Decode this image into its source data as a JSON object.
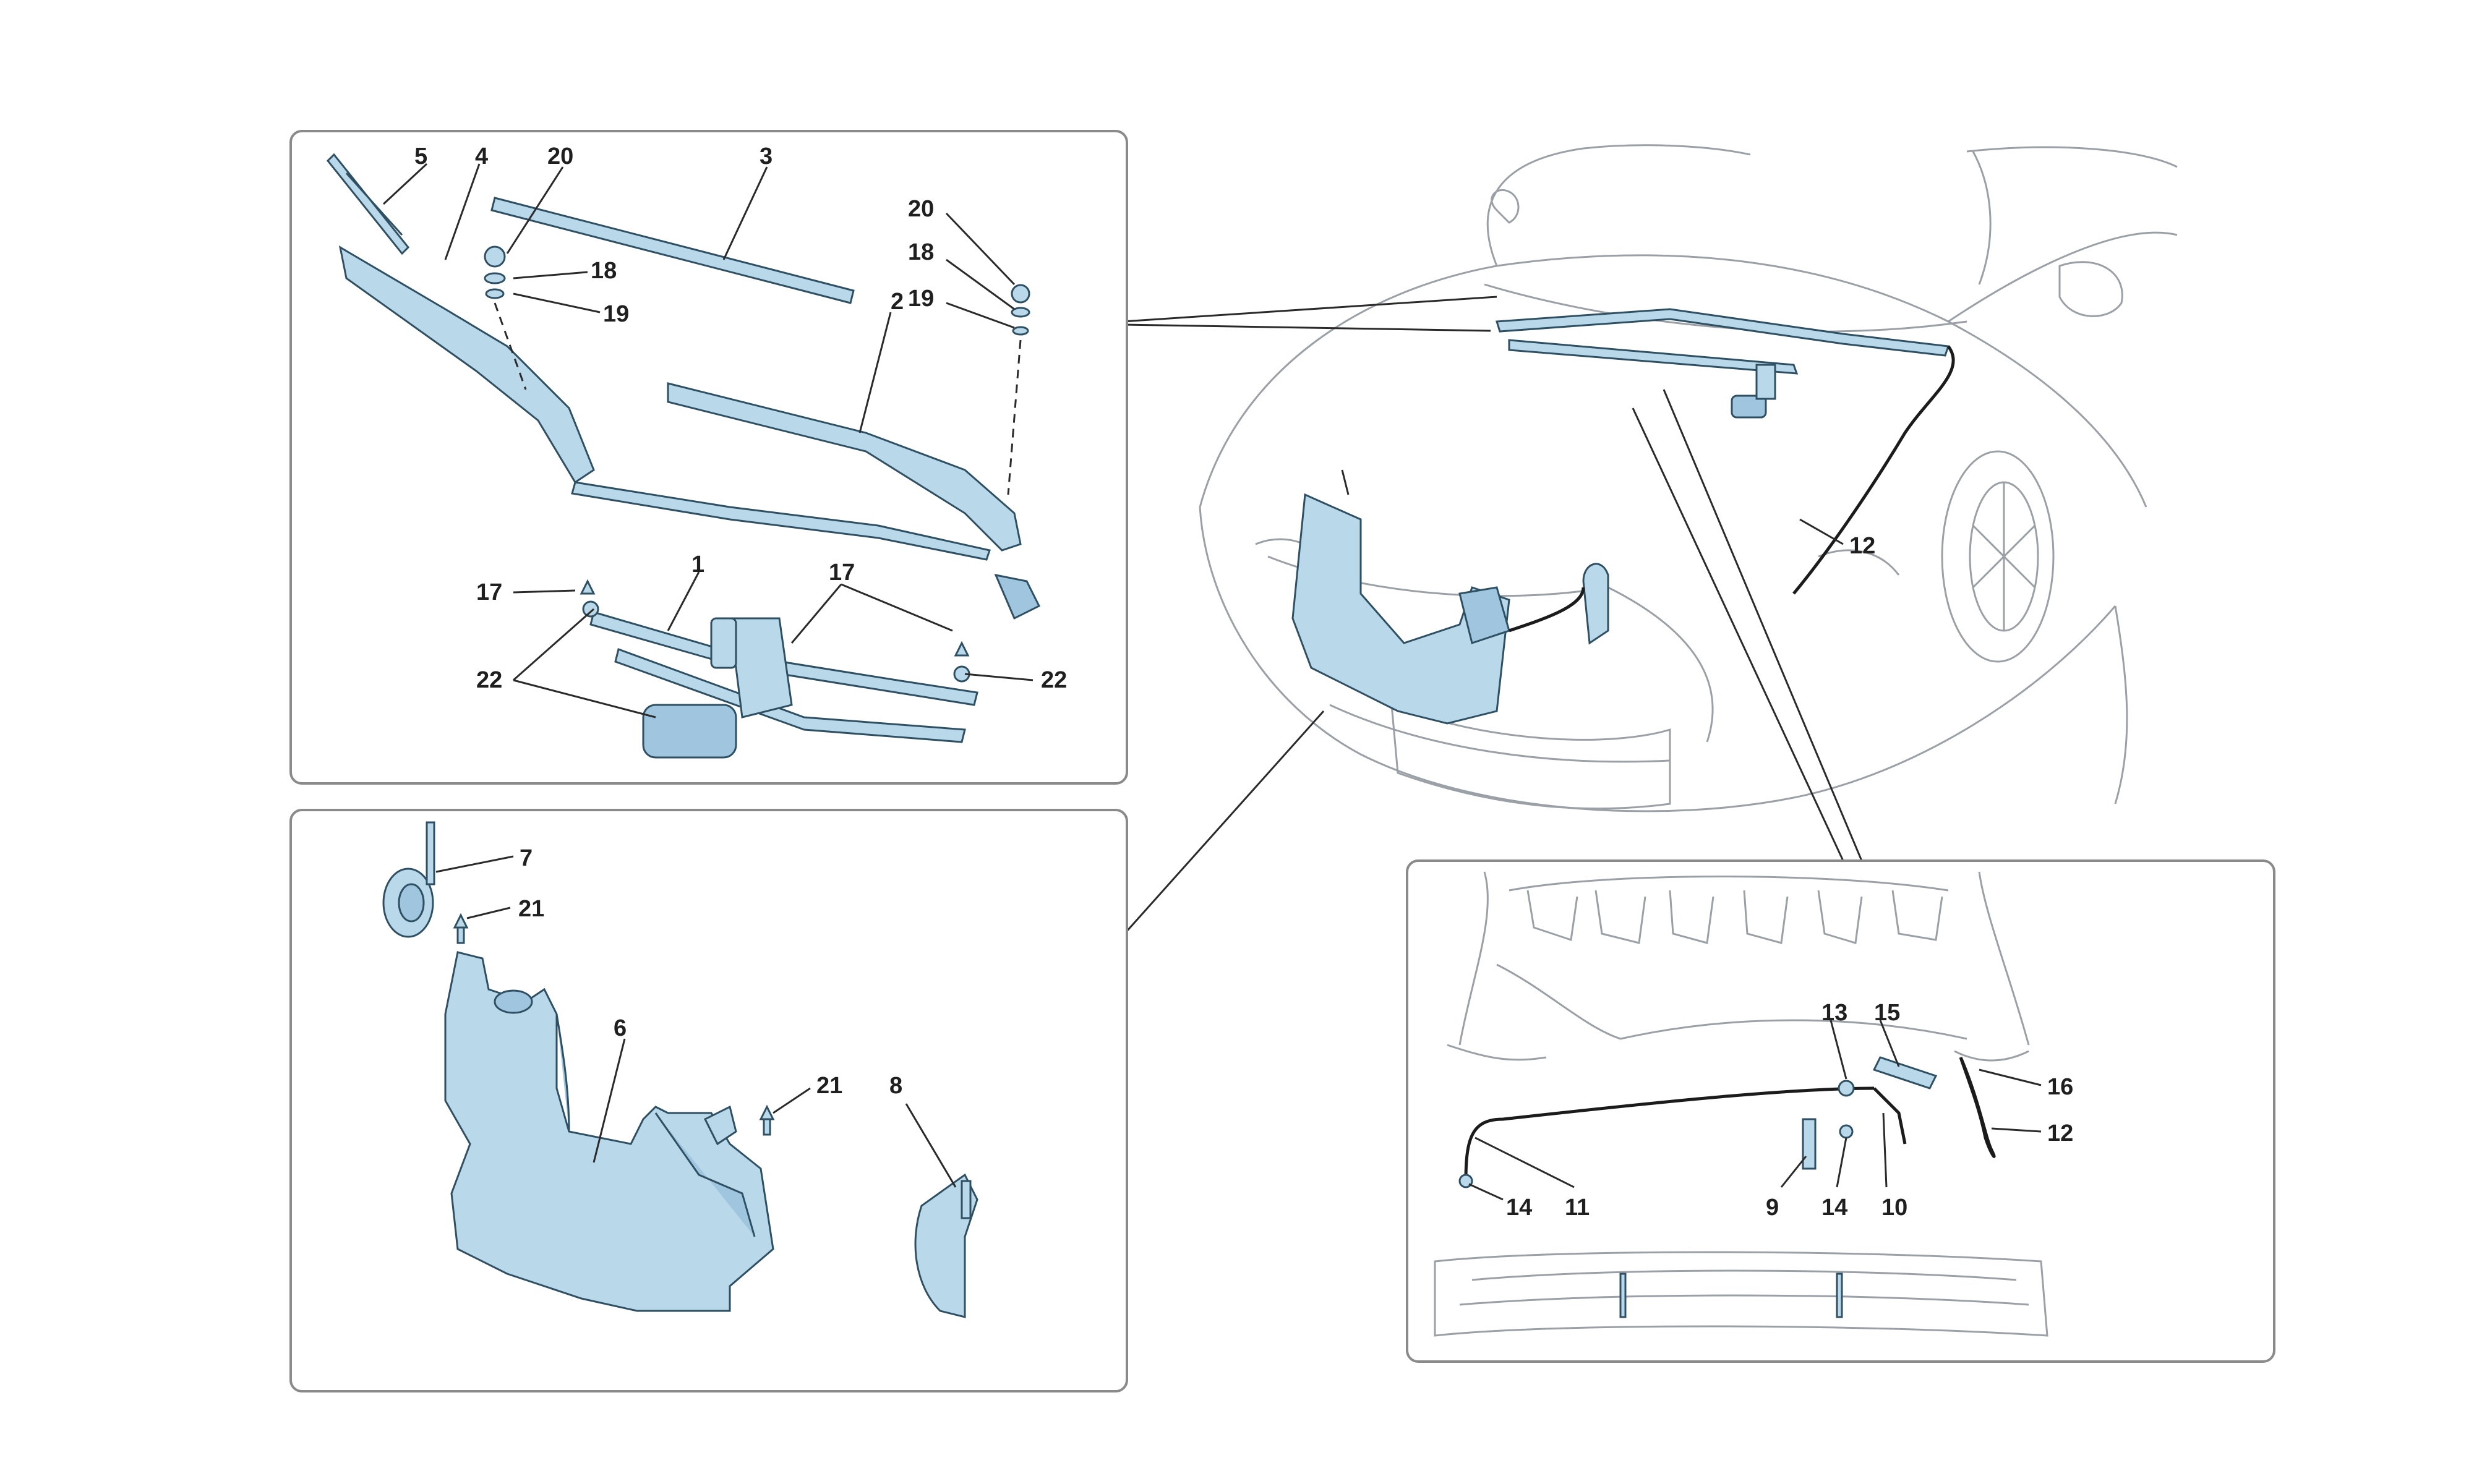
{
  "diagram": {
    "labels": {
      "wiper_inset": [
        "5",
        "4",
        "20",
        "3",
        "20",
        "18",
        "19",
        "18",
        "19",
        "2",
        "1",
        "17",
        "17",
        "22",
        "22"
      ],
      "reservoir_inset": [
        "7",
        "21",
        "6",
        "21",
        "8"
      ],
      "car_overview": [
        "12"
      ],
      "hood_inset": [
        "13",
        "15",
        "16",
        "12",
        "9",
        "14",
        "10",
        "14",
        "11"
      ]
    },
    "colors": {
      "part_fill": "#b9d8ea",
      "part_outline": "#2f4f63",
      "frame": "#8a8a8a",
      "sketch": "#9aa0a6"
    }
  }
}
